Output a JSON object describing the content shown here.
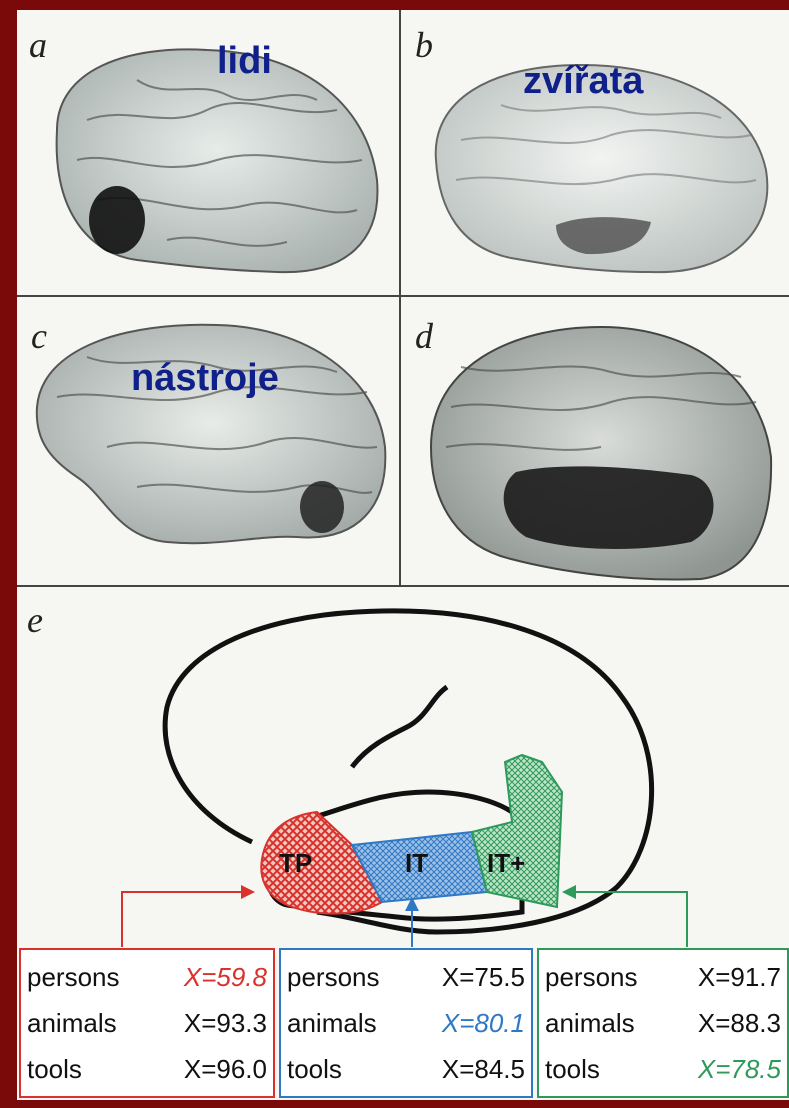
{
  "panels": {
    "a": {
      "letter": "a",
      "label": "lidi"
    },
    "b": {
      "letter": "b",
      "label": "zvířata"
    },
    "c": {
      "letter": "c",
      "label": "nástroje"
    },
    "d": {
      "letter": "d"
    },
    "e": {
      "letter": "e"
    }
  },
  "regions": {
    "tp": "TP",
    "it": "IT",
    "itplus": "IT+"
  },
  "colors": {
    "tp": "#d9322c",
    "it": "#2f78c4",
    "itplus": "#2e9a5a",
    "label_blue": "#10208a",
    "background": "#7a0a0a"
  },
  "boxes": [
    {
      "rows": [
        {
          "label": "persons",
          "value": "X=59.8",
          "highlight": true
        },
        {
          "label": "animals",
          "value": "X=93.3",
          "highlight": false
        },
        {
          "label": "tools",
          "value": "X=96.0",
          "highlight": false
        }
      ]
    },
    {
      "rows": [
        {
          "label": "persons",
          "value": "X=75.5",
          "highlight": false
        },
        {
          "label": "animals",
          "value": "X=80.1",
          "highlight": true
        },
        {
          "label": "tools",
          "value": "X=84.5",
          "highlight": false
        }
      ]
    },
    {
      "rows": [
        {
          "label": "persons",
          "value": "X=91.7",
          "highlight": false
        },
        {
          "label": "animals",
          "value": "X=88.3",
          "highlight": false
        },
        {
          "label": "tools",
          "value": "X=78.5",
          "highlight": true
        }
      ]
    }
  ]
}
